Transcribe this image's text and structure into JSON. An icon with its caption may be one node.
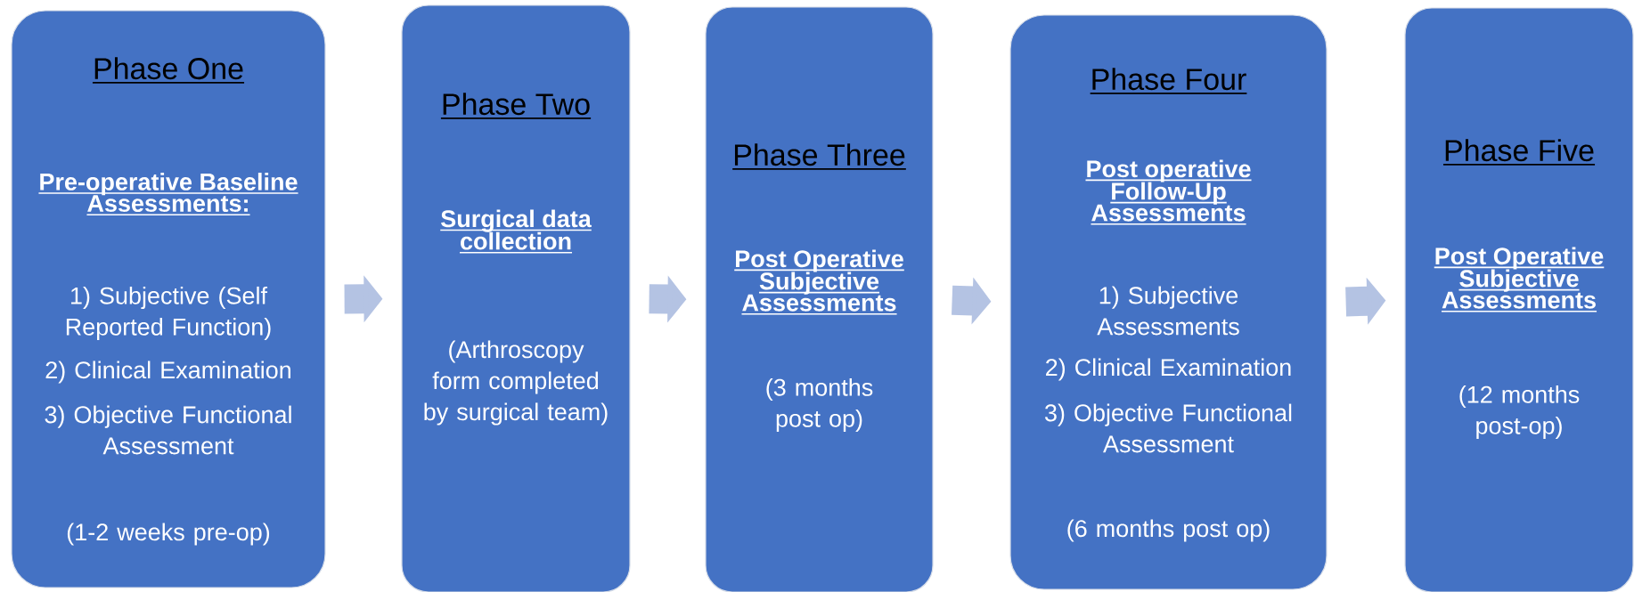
{
  "diagram": {
    "nodes": [
      {
        "text": [
          "Phase One",
          "Pre-operative Baseline Assessments:",
          "1) Subjective (Self Reported Function)",
          "2) Clinical Examination",
          "3) Objective Functional Assessment",
          "(1-2 weeks pre-op)"
        ]
      },
      {
        "text": [
          "Phase Two",
          "Surgical data collection",
          "(Arthroscopy form completed by surgical team)"
        ]
      },
      {
        "text": [
          "Phase Three",
          "Post Operative Subjective Assessments",
          "(3 months post op)"
        ]
      },
      {
        "text": [
          "Phase Four",
          "Post operative Follow-Up Assessments",
          "1) Subjective Assessments",
          "2) Clinical Examination",
          "3) Objective Functional Assessment",
          "(6 months post op)"
        ]
      },
      {
        "text": [
          "Phase Five",
          "Post Operative Subjective Assessments",
          "(12 months post-op)"
        ]
      }
    ],
    "edges": [
      {
        "from": 0,
        "to": 1,
        "arrow": "to"
      },
      {
        "from": 1,
        "to": 2,
        "arrow": "to"
      },
      {
        "from": 2,
        "to": 3,
        "arrow": "to"
      },
      {
        "from": 3,
        "to": 4,
        "arrow": "to"
      }
    ]
  }
}
